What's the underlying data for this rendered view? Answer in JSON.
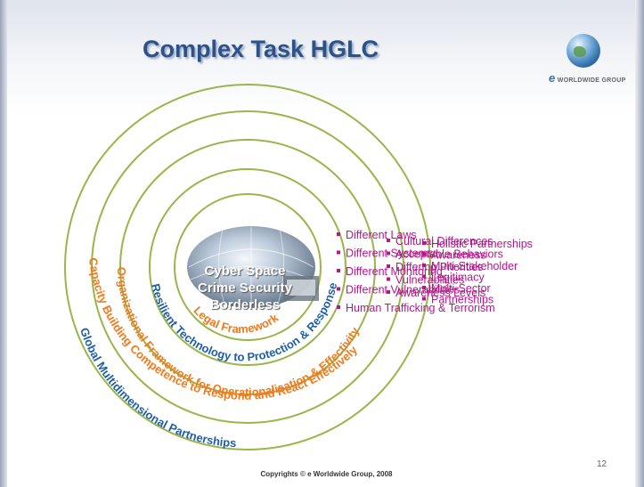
{
  "slide": {
    "title": "Complex Task HGLC",
    "logo_text": "WORLDWIDE GROUP",
    "center_lines": [
      "Cyber Space",
      "Crime Security",
      "Borderless"
    ],
    "ring_labels": [
      {
        "text": "Legal Framework",
        "color": "#f07a1c"
      },
      {
        "text": "Resilient Technology to Protection & Response",
        "color": "#1f5ea8"
      },
      {
        "text": "Organizational Framework for Operationalisation & Effectivity",
        "color": "#f07a1c"
      },
      {
        "text": "Capacity Building Competence to Respond and React Effectively",
        "color": "#1f5ea8"
      },
      {
        "text": "Global Multidimensional Partnerships",
        "color": "#1f5ea8"
      }
    ],
    "bullets_col1": [
      "Different Laws",
      "Different Systems",
      "Different Monitoring",
      "Different Vulnerabilities",
      "Human Trafficking & Terrorism"
    ],
    "bullets_col2": [
      "Cultural Differences",
      "Acceptable Behaviors",
      "Differing Priorities",
      "Vulnerabilities",
      "Awareness Levels"
    ],
    "bullets_col3": [
      "Holistic Partnerships",
      "Awareness",
      "Multi-Stakeholder",
      "Legitimacy",
      "Multi-Sector",
      "Partnerships"
    ],
    "page_number": "12",
    "footer": "Copyrights © e Worldwide Group, 2008"
  },
  "colors": {
    "title": "#2c5288",
    "bullet_text": "#b3178a",
    "ring": "#9ab54a",
    "orange": "#f07a1c",
    "blue": "#1f5ea8"
  }
}
